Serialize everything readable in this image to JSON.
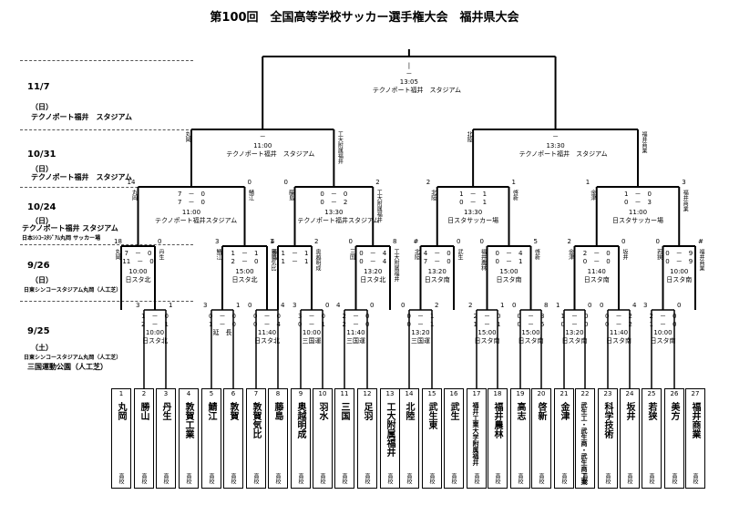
{
  "title": "第100回　全国高等学校サッカー選手権大会　福井県大会",
  "schedule": [
    {
      "date": "11/7",
      "day": "（日）",
      "venue": "テクノポート福井　スタジアム"
    },
    {
      "date": "10/31",
      "day": "（日）",
      "venue": "テクノポート福井　スタジアム"
    },
    {
      "date": "10/24",
      "day": "（日）",
      "venue": "テクノポート福井 スタジアム",
      "venue2": "日本ｼｼｺｰｽﾀｼﾞｱﾑ丸岡 サッカー場"
    },
    {
      "date": "9/26",
      "day": "（日）",
      "venue": "日東シンコースタジアム丸岡（人工芝）"
    },
    {
      "date": "9/25",
      "day": "（土）",
      "venue": "日東シンコースタジアム丸岡（人工芝）",
      "venue2": "三国運動公園（人工芝）"
    }
  ],
  "teams": [
    {
      "num": "1",
      "name": "丸岡",
      "suffix": "高校"
    },
    {
      "num": "2",
      "name": "勝山",
      "suffix": "高校"
    },
    {
      "num": "3",
      "name": "丹生",
      "suffix": "高校"
    },
    {
      "num": "4",
      "name": "敦賀工業",
      "suffix": "高校"
    },
    {
      "num": "5",
      "name": "鯖江",
      "suffix": "高校"
    },
    {
      "num": "6",
      "name": "敦賀",
      "suffix": "高校"
    },
    {
      "num": "7",
      "name": "敦賀気比",
      "suffix": "高校"
    },
    {
      "num": "8",
      "name": "藤島",
      "suffix": "高校"
    },
    {
      "num": "9",
      "name": "奥越明成",
      "suffix": "高校"
    },
    {
      "num": "10",
      "name": "羽水",
      "suffix": "高校"
    },
    {
      "num": "11",
      "name": "三国",
      "suffix": "高校"
    },
    {
      "num": "12",
      "name": "足羽",
      "suffix": "高校"
    },
    {
      "num": "13",
      "name": "工大附属福井",
      "suffix": "高校"
    },
    {
      "num": "14",
      "name": "北陸",
      "suffix": "高校"
    },
    {
      "num": "15",
      "name": "武生東",
      "suffix": "高校"
    },
    {
      "num": "16",
      "name": "武生",
      "suffix": "高校"
    },
    {
      "num": "17",
      "name": "福井工業大学附属福井",
      "suffix": "高校"
    },
    {
      "num": "18",
      "name": "福井農林",
      "suffix": "高校"
    },
    {
      "num": "19",
      "name": "高志",
      "suffix": "高校"
    },
    {
      "num": "20",
      "name": "啓新",
      "suffix": "高校"
    },
    {
      "num": "21",
      "name": "金津",
      "suffix": "高校"
    },
    {
      "num": "22",
      "name": "武生工・武生商・武生商工業",
      "suffix": "高校"
    },
    {
      "num": "23",
      "name": "科学技術",
      "suffix": "高校"
    },
    {
      "num": "24",
      "name": "坂井",
      "suffix": "高校"
    },
    {
      "num": "25",
      "name": "若狭",
      "suffix": "高校"
    },
    {
      "num": "26",
      "name": "美方",
      "suffix": "高校"
    },
    {
      "num": "27",
      "name": "福井商業",
      "suffix": "高校"
    }
  ],
  "final": {
    "score": "－",
    "time": "13:05",
    "venue": "テクノポート福井　スタジアム"
  },
  "semis": [
    {
      "score": "－",
      "time": "11:00",
      "venue": "テクノポート福井　スタジアム",
      "left": "丸岡",
      "right": "工大附属福井"
    },
    {
      "score": "－",
      "time": "13:30",
      "venue": "テクノポート福井　スタジアム",
      "left": "北陸",
      "right": "福井商業"
    }
  ],
  "quarters": [
    {
      "s1": "7　－　0",
      "s2": "7　－　0",
      "time": "11:00",
      "venue": "テクノポート福井スタジアム",
      "t1": "丸岡",
      "t2": "鯖江",
      "c1": "14",
      "c2": "0"
    },
    {
      "s1": "0　－　0",
      "s2": "0　－　2",
      "time": "13:30",
      "venue": "テクノポート福井スタジアム",
      "t1": "藤島",
      "t2": "工大附属福井",
      "c1": "0",
      "c2": "2"
    },
    {
      "s1": "1　－　1",
      "s2": "0　－　1",
      "time": "13:30",
      "venue": "日スタサッカー場",
      "t1": "北陸",
      "t2": "啓新",
      "c1": "2",
      "c2": "1"
    },
    {
      "s1": "1　－　0",
      "s2": "0　－　3",
      "time": "11:00",
      "venue": "日スタサッカー場",
      "t1": "金津",
      "t2": "福井商業",
      "c1": "1",
      "c2": "3"
    }
  ],
  "r16": [
    {
      "s1": "7　－　0",
      "s2": "11　－　0",
      "time": "10:00",
      "venue": "日スタ北",
      "t1": "丸岡",
      "t2": "丹生",
      "c1": "18",
      "c2": "0"
    },
    {
      "s1": "1　－　1",
      "s2": "2　－　0",
      "time": "15:00",
      "venue": "日スタ北",
      "t1": "鯖江",
      "t2": "敦賀気比",
      "c1": "3",
      "c2": "1"
    },
    {
      "s1": "1　－　1",
      "s2": "1　－　1",
      "time": "",
      "venue": "",
      "extra": "延長 0－0",
      "t1": "藤島",
      "t2": "奥越明成",
      "c1": "4",
      "c2": "2"
    },
    {
      "s1": "0　－　4",
      "s2": "0　－　4",
      "time": "13:20",
      "venue": "日スタ北",
      "t1": "三国",
      "t2": "工大附属福井",
      "c1": "0",
      "c2": "8"
    },
    {
      "s1": "4　－　0",
      "s2": "7　－　0",
      "time": "13:20",
      "venue": "日スタ南",
      "t1": "北陸",
      "t2": "武生",
      "c1": "#",
      "c2": "0"
    },
    {
      "s1": "0　－　4",
      "s2": "0　－　1",
      "time": "15:00",
      "venue": "日スタ南",
      "t1": "福井農林",
      "t2": "啓新",
      "c1": "0",
      "c2": "5"
    },
    {
      "s1": "2　－　0",
      "s2": "0　－　0",
      "time": "11:40",
      "venue": "日スタ南",
      "t1": "金津",
      "t2": "坂井",
      "c1": "2",
      "c2": "0"
    },
    {
      "s1": "0　－　9",
      "s2": "0　－　9",
      "time": "10:00",
      "venue": "日スタ南",
      "t1": "若狭",
      "t2": "福井商業",
      "c1": "0",
      "c2": "#"
    }
  ],
  "r1": [
    {
      "s1": "1　－　0",
      "s2": "2　－　1",
      "time": "10:00",
      "venue": "日スタ北",
      "c1": "3",
      "c2": "1"
    },
    {
      "s1": "0　－　0",
      "s2": "1　－　0",
      "extra": "延　長",
      "extra2": "0",
      "time": "",
      "venue": "",
      "c1": "3",
      "c2": "1"
    },
    {
      "s1": "0　－　0",
      "s2": "0　－　4",
      "time": "11:40",
      "venue": "日スタ北",
      "c1": "0",
      "c2": "4"
    },
    {
      "s1": "3　－　0",
      "s2": "0　－　1",
      "time": "10:00",
      "venue": "三国運",
      "c1": "3",
      "c2": "0"
    },
    {
      "s1": "2　－　0",
      "s2": "2　－　0",
      "time": "11:40",
      "venue": "三国運",
      "c1": "4",
      "c2": "0"
    },
    {
      "s1": "0　－　1",
      "s2": "0　－　1",
      "time": "13:20",
      "venue": "三国運",
      "c1": "0",
      "c2": "2"
    },
    {
      "s1": "2　－　0",
      "s2": "1　－　1",
      "time": "15:00",
      "venue": "日スタ南",
      "c1": "2",
      "c2": "1"
    },
    {
      "s1": "0　－　3",
      "s2": "0　－　5",
      "time": "15:00",
      "venue": "日スタ南",
      "c1": "0",
      "c2": "8"
    },
    {
      "s1": "1　－　0",
      "s2": "0　－　0",
      "time": "13:20",
      "venue": "日スタ南",
      "c1": "1",
      "c2": "0"
    },
    {
      "s1": "0　－　2",
      "s2": "0　－　2",
      "time": "11:40",
      "venue": "日スタ南",
      "c1": "0",
      "c2": "4"
    },
    {
      "s1": "2　－　0",
      "s2": "1　－　0",
      "time": "10:00",
      "venue": "日スタ南",
      "c1": "3",
      "c2": "0"
    }
  ]
}
